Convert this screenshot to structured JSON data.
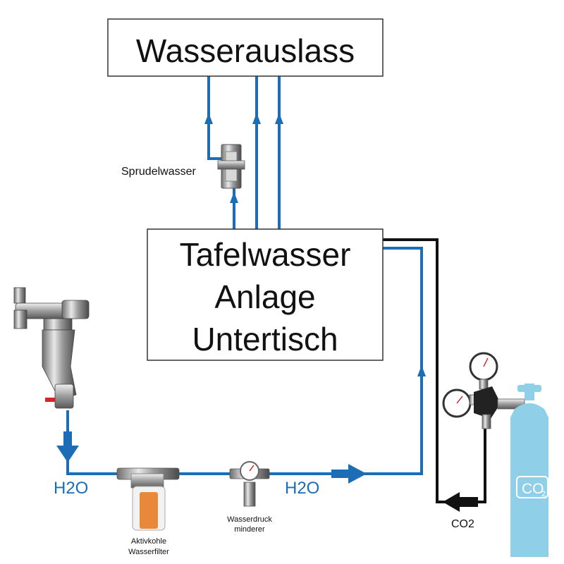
{
  "boxes": {
    "outlet": "Wasserauslass",
    "system_line1": "Tafelwasser",
    "system_line2": "Anlage",
    "system_line3": "Untertisch"
  },
  "labels": {
    "sparkling": "Sprudelwasser",
    "h2o_left": "H2O",
    "h2o_right": "H2O",
    "pressure_reducer_line1": "Wasserdruck",
    "pressure_reducer_line2": "minderer",
    "filter_line1": "Aktivkohle",
    "filter_line2": "Wasserfilter",
    "co2_line": "CO2",
    "co2_bottle_sub": "2",
    "co2_bottle_main": "CO"
  },
  "colors": {
    "water": "#1c6db5",
    "gas": "#111111",
    "bottle": "#8fd0e8",
    "filter_cartridge": "#e8893a"
  },
  "icons": [
    "faucet-valve-icon",
    "activated-carbon-filter-icon",
    "pressure-reducer-icon",
    "co2-regulator-icon",
    "co2-bottle-icon",
    "carbonator-flow-meter-icon"
  ]
}
